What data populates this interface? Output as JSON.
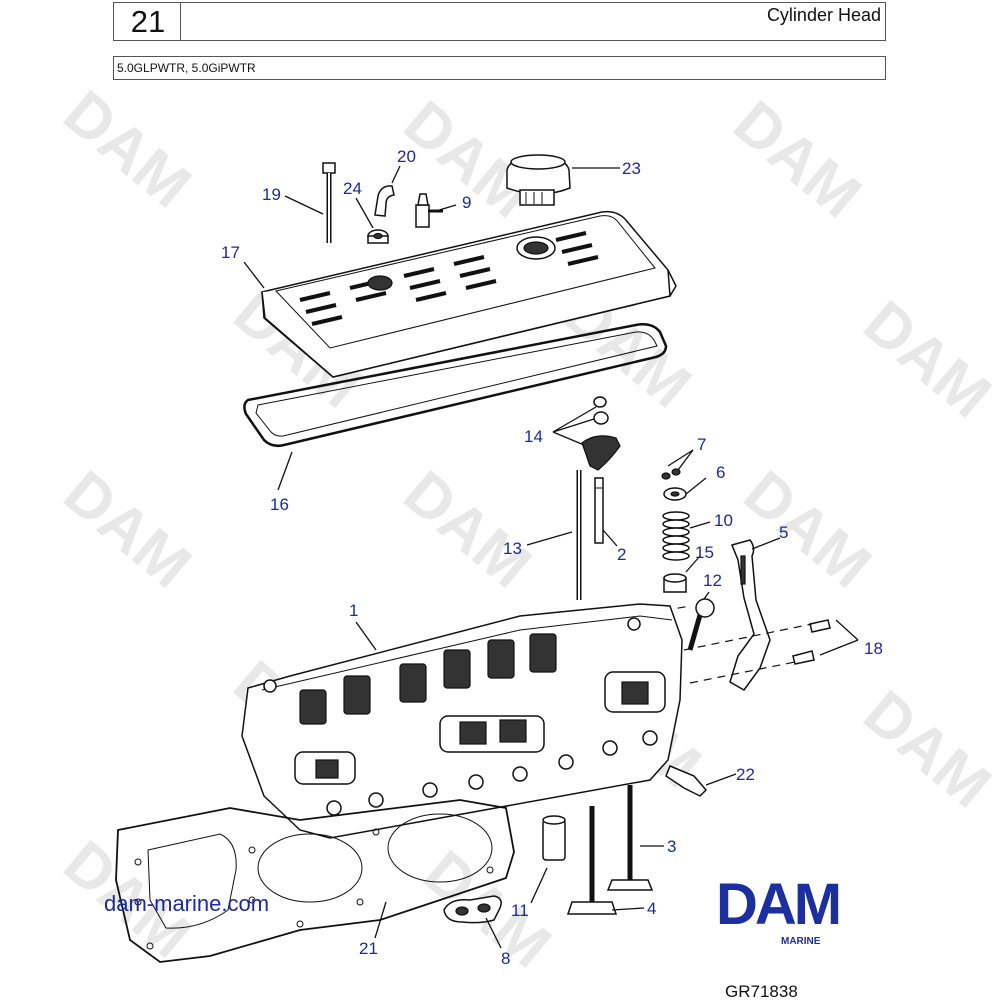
{
  "header": {
    "page_number": "21",
    "title": "Cylinder Head",
    "models": "5.0GLPWTR, 5.0GiPWTR"
  },
  "watermark": "DAM",
  "callouts": [
    "1",
    "2",
    "3",
    "4",
    "5",
    "6",
    "7",
    "8",
    "9",
    "10",
    "11",
    "12",
    "13",
    "14",
    "15",
    "16",
    "17",
    "18",
    "19",
    "20",
    "21",
    "22",
    "23",
    "24"
  ],
  "footer": {
    "website": "dam-marine.com",
    "logo_text": "DAM",
    "logo_sub": "MARINE",
    "figure_id": "GR71838"
  },
  "colors": {
    "callout": "#1b2a9c",
    "logo": "#1c2f9e",
    "watermark": "#e8e8e8"
  }
}
